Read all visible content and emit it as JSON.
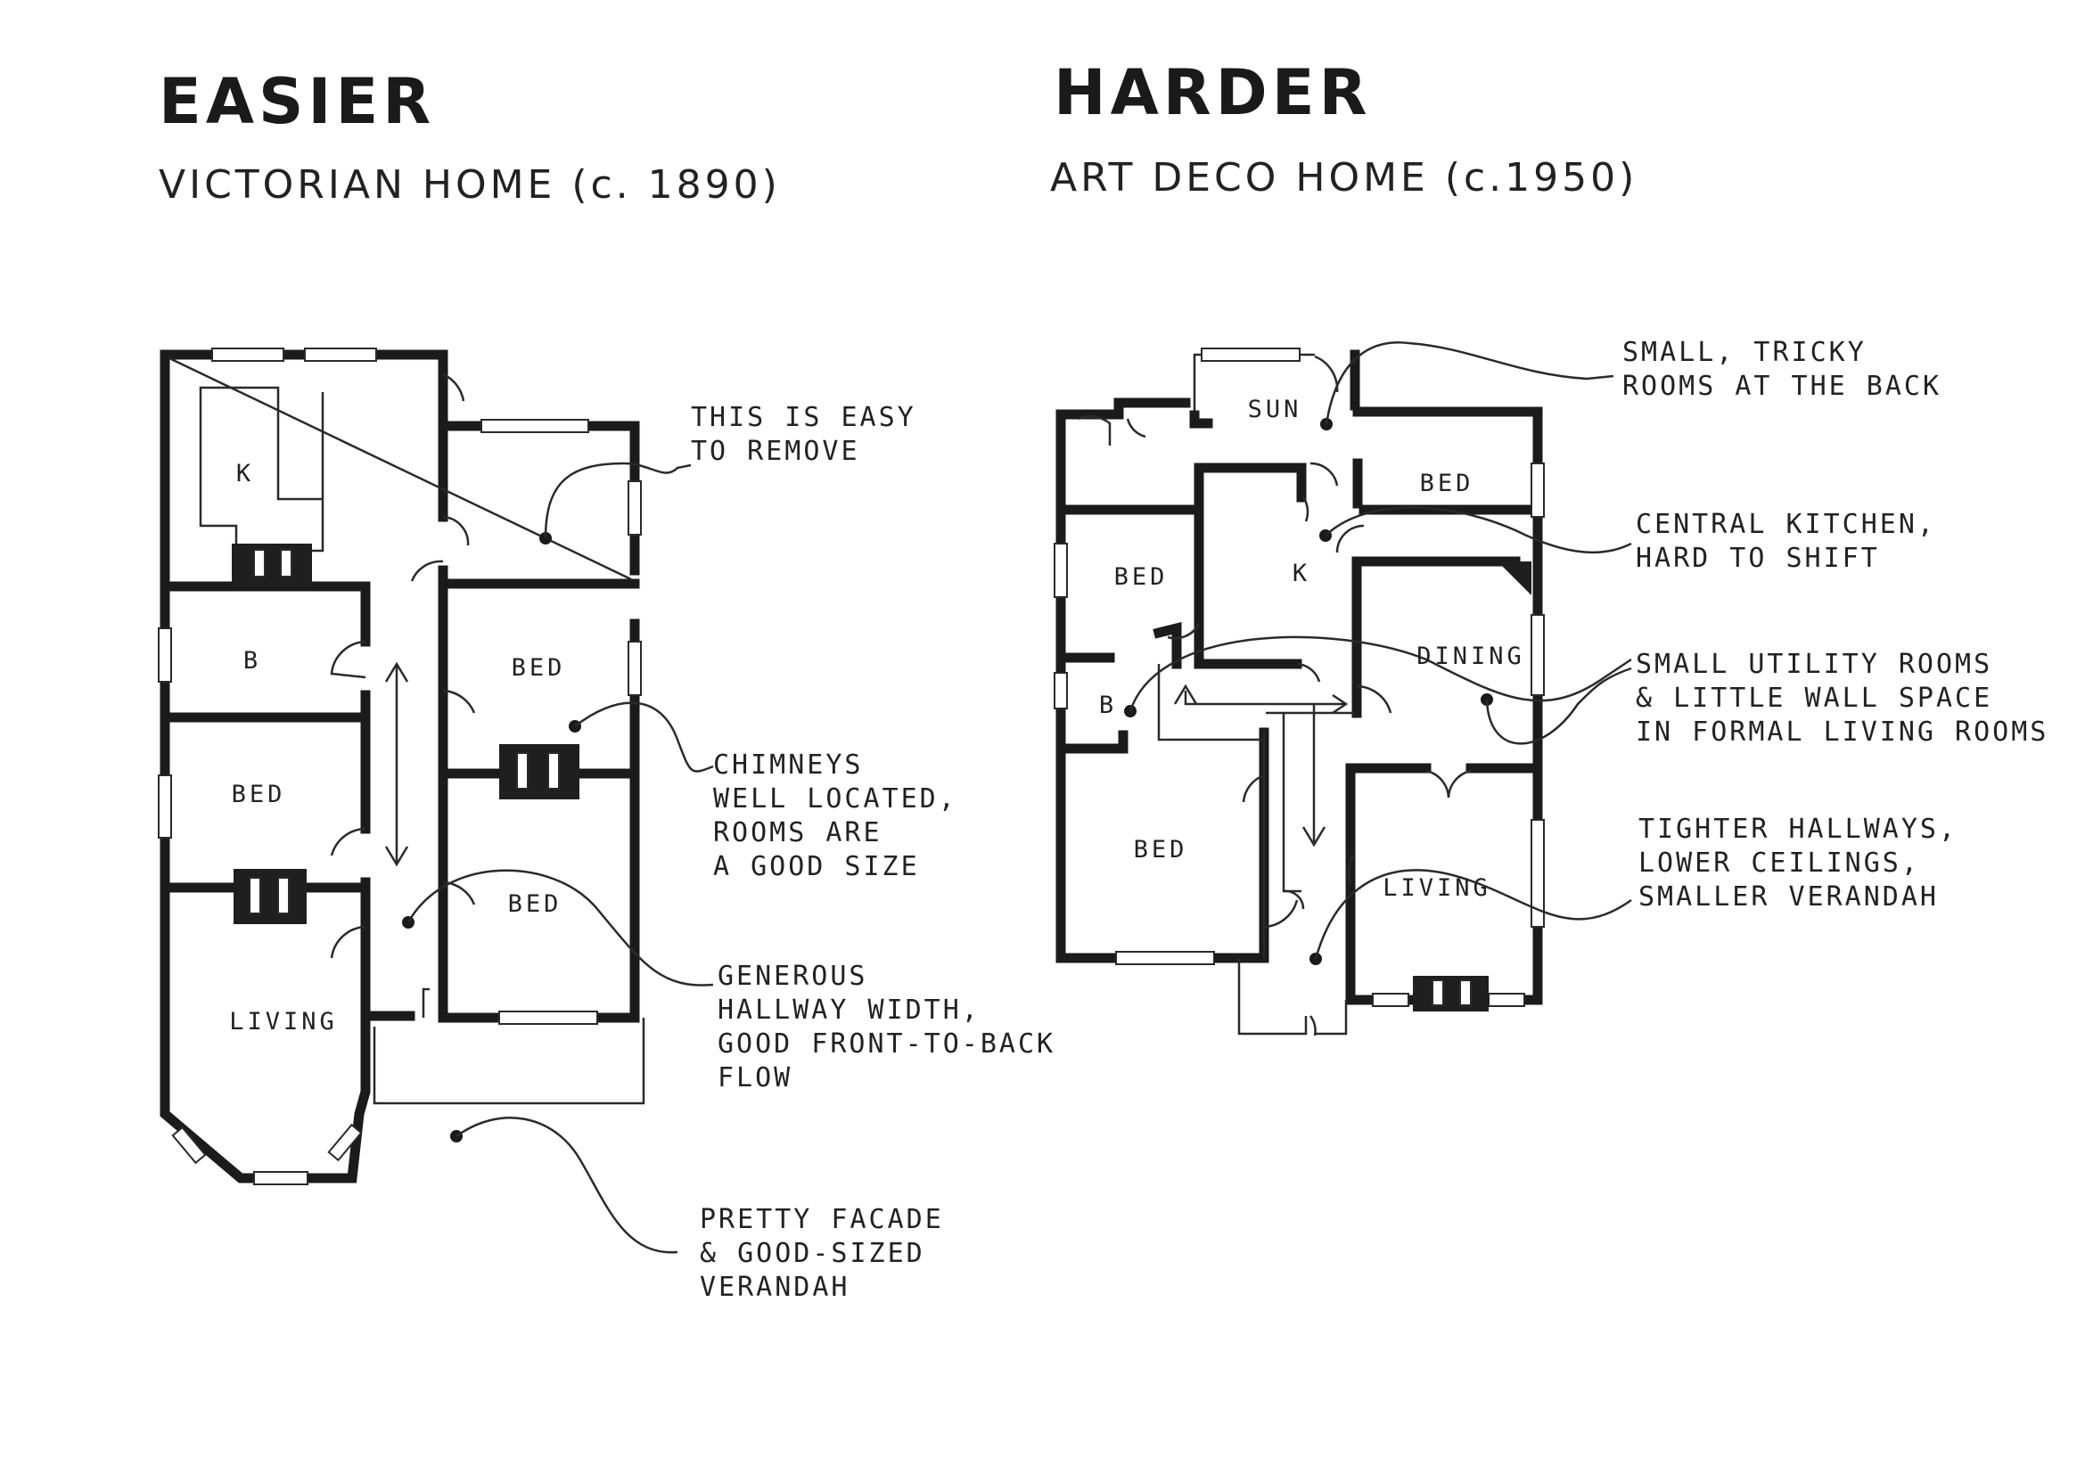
{
  "left": {
    "heading": "EASIER",
    "subheading": "VICTORIAN HOME (c. 1890)",
    "rooms": {
      "kitchen": "K",
      "bath": "B",
      "bed_left": "BED",
      "living": "LIVING",
      "bed_top_right": "BED",
      "bed_bottom_right": "BED"
    },
    "notes": {
      "remove": [
        "THIS IS EASY",
        "TO REMOVE"
      ],
      "chimneys": [
        "CHIMNEYS",
        "WELL LOCATED,",
        "ROOMS ARE",
        "A GOOD SIZE"
      ],
      "hallway": [
        "GENEROUS",
        "HALLWAY WIDTH,",
        "GOOD FRONT-TO-BACK",
        "FLOW"
      ],
      "facade": [
        "PRETTY FACADE",
        "& GOOD-SIZED",
        "VERANDAH"
      ]
    }
  },
  "right": {
    "heading": "HARDER",
    "subheading": "ART DECO HOME (c.1950)",
    "rooms": {
      "sun": "SUN",
      "bed_top_right": "BED",
      "bed_left": "BED",
      "kitchen": "K",
      "dining": "DINING",
      "bath": "B",
      "bed_bottom_left": "BED",
      "living": "LIVING"
    },
    "notes": {
      "back_rooms": [
        "SMALL, TRICKY",
        "ROOMS AT THE BACK"
      ],
      "kitchen": [
        "CENTRAL KITCHEN,",
        "HARD TO SHIFT"
      ],
      "utility": [
        "SMALL UTILITY ROOMS",
        "& LITTLE WALL SPACE",
        "IN FORMAL LIVING ROOMS"
      ],
      "hallways": [
        "TIGHTER HALLWAYS,",
        "LOWER CEILINGS,",
        "SMALLER VERANDAH"
      ]
    }
  }
}
